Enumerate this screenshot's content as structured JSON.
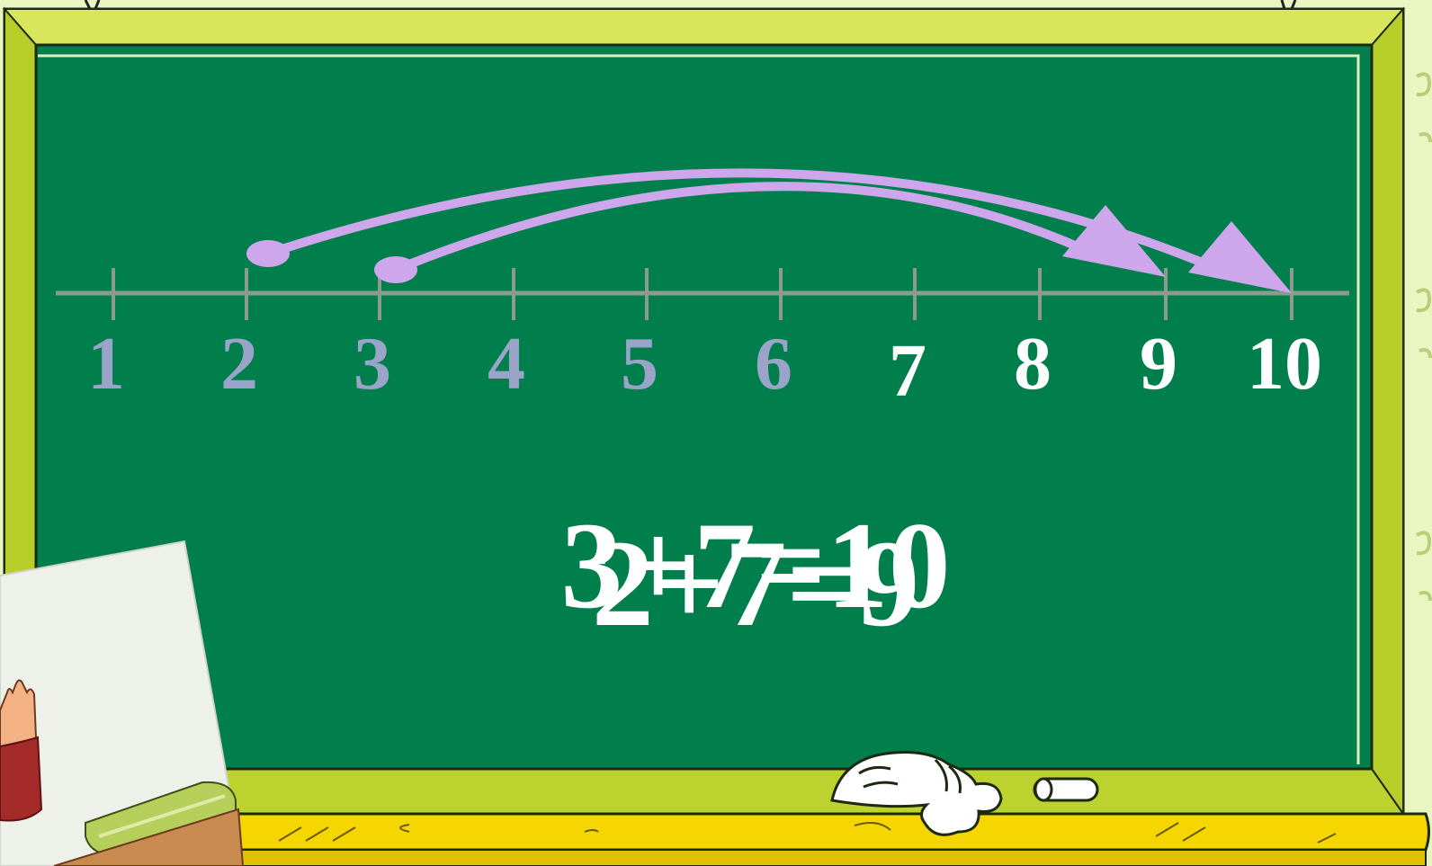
{
  "number_line": {
    "labels": [
      "1",
      "2",
      "3",
      "4",
      "5",
      "6",
      "7",
      "8",
      "9",
      "10"
    ],
    "muted_color": "#9aa4c8",
    "highlight_color": "#ffffff",
    "highlighted_from_label": "7",
    "jumps": [
      {
        "from": "2",
        "to": "10"
      },
      {
        "from": "3",
        "to": "9"
      }
    ],
    "arrow_color": "#cda6ec"
  },
  "equations": {
    "first": "2+7=9",
    "second": "3+7=10"
  },
  "colors": {
    "board": "#007f4c",
    "frame": "#c8dc36",
    "ledge": "#f6d600",
    "wall": "#eaf6c2"
  },
  "decorations": {
    "glove": "glove-eraser-icon",
    "chalk": "chalk-icon",
    "student": "student-picture"
  }
}
